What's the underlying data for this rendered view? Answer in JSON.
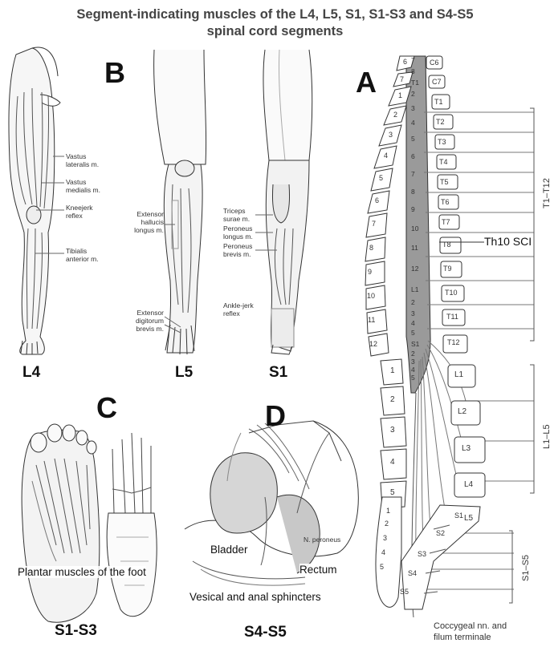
{
  "title": {
    "line1": "Segment-indicating muscles of the L4, L5, S1, S1-S3 and S4-S5",
    "line2": "spinal cord segments"
  },
  "panel_letters": {
    "a": "A",
    "b": "B",
    "c": "C",
    "d": "D"
  },
  "leg_l4": {
    "vastus_lat": [
      "Vastus",
      "lateralis m."
    ],
    "vastus_med": [
      "Vastus",
      "medialis m."
    ],
    "kneejerk": [
      "Kneejerk",
      "reflex"
    ],
    "tibialis": [
      "Tibialis",
      "anterior m."
    ],
    "segment": "L4"
  },
  "leg_l5": {
    "ext_hall": [
      "Extensor",
      "hallucis",
      "longus m."
    ],
    "ext_dig": [
      "Extensor",
      "digitorum",
      "brevis m."
    ],
    "segment": "L5"
  },
  "leg_s1": {
    "triceps": [
      "Triceps",
      "surae m."
    ],
    "per_long": [
      "Peroneus",
      "longus m."
    ],
    "per_brev": [
      "Peroneus",
      "brevis m."
    ],
    "ankle": [
      "Ankle-jerk",
      "reflex"
    ],
    "segment": "S1"
  },
  "foot": {
    "caption": "Plantar muscles of the foot",
    "segment": "S1-S3"
  },
  "pelvis": {
    "bladder": "Bladder",
    "rectum": "Rectum",
    "nerve": "N. peroneus",
    "sphincters": "Vesical and anal sphincters",
    "segment": "S4-S5"
  },
  "spine": {
    "cervical_vert": [
      "6",
      "7"
    ],
    "thoracic_vert": [
      "1",
      "2",
      "3",
      "4",
      "5",
      "6",
      "7",
      "8",
      "9",
      "10",
      "11",
      "12"
    ],
    "lumbar_vert": [
      "1",
      "2",
      "3",
      "4",
      "5"
    ],
    "sacral_vert": [
      "1",
      "2",
      "3",
      "4",
      "5"
    ],
    "cord_segments": [
      "7",
      "8",
      "T1",
      "2",
      "3",
      "4",
      "5",
      "6",
      "7",
      "8",
      "9",
      "10",
      "11",
      "12",
      "L1",
      "2",
      "3",
      "4",
      "5",
      "S1",
      "2",
      "3",
      "4",
      "5"
    ],
    "cervical_roots": [
      "C6",
      "C7"
    ],
    "thoracic_roots": [
      "T1",
      "T2",
      "T3",
      "T4",
      "T5",
      "T6",
      "T7",
      "T8",
      "T9",
      "T10",
      "T11",
      "T12"
    ],
    "lumbar_roots": [
      "L1",
      "L2",
      "L3",
      "L4",
      "L5"
    ],
    "sacral_roots": [
      "S1",
      "S2",
      "S3",
      "S4",
      "S5"
    ],
    "injury_label": "Th10 SCI",
    "range_t": "T1–T12",
    "range_l": "L1–L5",
    "range_s": "S1–S5",
    "coccygeal": [
      "Coccygeal nn. and",
      "filum terminale"
    ]
  }
}
